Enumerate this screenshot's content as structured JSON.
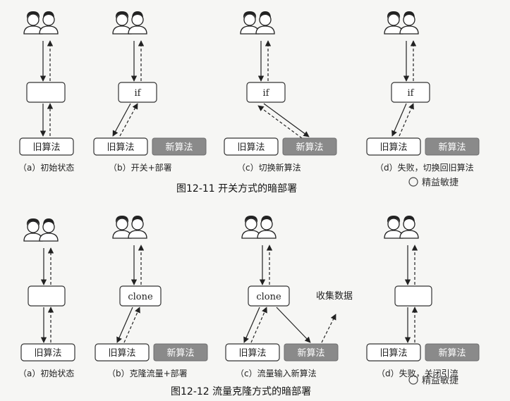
{
  "figure1": {
    "title": "图12-11   开关方式的暗部署",
    "panels": [
      {
        "caption": "（a）初始状态",
        "old": "旧算法",
        "middle": ""
      },
      {
        "caption": "（b）开关+部署",
        "old": "旧算法",
        "new": "新算法",
        "middle": "if"
      },
      {
        "caption": "（c）切换新算法",
        "old": "旧算法",
        "new": "新算法",
        "middle": "if"
      },
      {
        "caption": "（d）失败，切换回旧算法",
        "old": "旧算法",
        "new": "新算法",
        "middle": "if"
      }
    ]
  },
  "figure2": {
    "title": "图12-12   流量克隆方式的暗部署",
    "panels": [
      {
        "caption": "（a）初始状态",
        "old": "旧算法",
        "middle": ""
      },
      {
        "caption": "（b）克隆流量+部署",
        "old": "旧算法",
        "new": "新算法",
        "middle": "clone"
      },
      {
        "caption": "（c）流量输入新算法",
        "old": "旧算法",
        "new": "新算法",
        "middle": "clone",
        "extra": "收集数据"
      },
      {
        "caption": "（d）失败，关闭引流",
        "old": "旧算法",
        "new": "新算法",
        "middle": ""
      }
    ]
  },
  "watermark": "精益敏捷",
  "colors": {
    "new_box": "#8a8a8a",
    "background": "#f6f6f4"
  }
}
